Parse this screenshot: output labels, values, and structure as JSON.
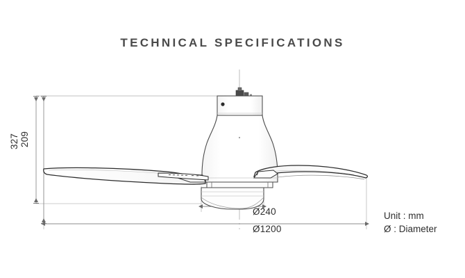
{
  "page": {
    "title": "TECHNICAL SPECIFICATIONS",
    "background_color": "#ffffff",
    "line_color": "#2e2e2e",
    "thin_line_color": "#b9b9b9",
    "text_color": "#2e2e2e"
  },
  "drawing": {
    "subject": "ceiling-fan-elevation",
    "center_axis_label": "centerline",
    "parts": [
      {
        "name": "ceiling-mount-bracket"
      },
      {
        "name": "downrod-canopy"
      },
      {
        "name": "motor-housing"
      },
      {
        "name": "blade-left"
      },
      {
        "name": "blade-right"
      },
      {
        "name": "blade-front"
      },
      {
        "name": "light-housing"
      }
    ]
  },
  "dimensions": {
    "height_overall": {
      "value": "327",
      "unit": "mm",
      "orientation": "vertical",
      "description": "overall height from ceiling mount to bottom of light housing"
    },
    "height_motor": {
      "value": "209",
      "unit": "mm",
      "orientation": "vertical",
      "description": "height from ceiling mount to blade plane"
    },
    "diameter_light": {
      "value": "Ø240",
      "unit": "mm",
      "orientation": "horizontal",
      "description": "light housing diameter"
    },
    "diameter_blade_span": {
      "value": "Ø1200",
      "unit": "mm",
      "orientation": "horizontal",
      "description": "blade sweep diameter"
    }
  },
  "legend": {
    "unit_line": "Unit : mm",
    "symbol_line": "Ø : Diameter"
  }
}
